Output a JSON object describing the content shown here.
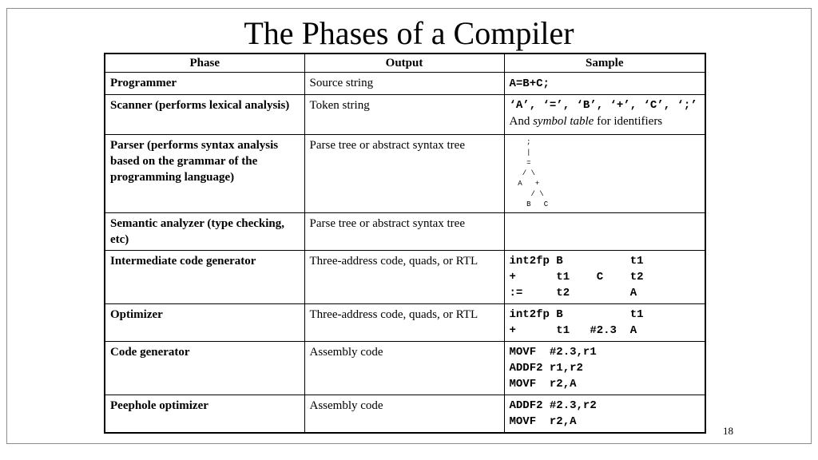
{
  "slide": {
    "title": "The Phases of a Compiler",
    "page_number": "18"
  },
  "table": {
    "headers": [
      "Phase",
      "Output",
      "Sample"
    ],
    "rows": [
      {
        "phase": "Programmer",
        "output": "Source string",
        "sample": "A=B+C;"
      },
      {
        "phase": "Scanner (performs lexical analysis)",
        "output": "Token string",
        "sample": "‘A’, ‘=’, ‘B’, ‘+’, ‘C’, ‘;’",
        "sample_note_prefix": "And ",
        "sample_note_em": "symbol table",
        "sample_note_suffix": " for identifiers"
      },
      {
        "phase": "Parser (performs syntax analysis based on the grammar of the programming language)",
        "output": "Parse tree or abstract syntax tree",
        "sample_tree": "    ;\n    |\n    =\n   / \\\n  A   +\n     / \\\n    B   C"
      },
      {
        "phase": "Semantic analyzer (type checking,  etc)",
        "output": "Parse tree or abstract syntax tree",
        "sample": ""
      },
      {
        "phase": "Intermediate code generator",
        "output": "Three-address code, quads, or RTL",
        "sample": "int2fp B          t1\n+      t1    C    t2\n:=     t2         A"
      },
      {
        "phase": "Optimizer",
        "output": "Three-address code, quads, or RTL",
        "sample": "int2fp B          t1\n+      t1   #2.3  A"
      },
      {
        "phase": "Code generator",
        "output": "Assembly code",
        "sample": "MOVF  #2.3,r1\nADDF2 r1,r2\nMOVF  r2,A"
      },
      {
        "phase": "Peephole optimizer",
        "output": "Assembly code",
        "sample": "ADDF2 #2.3,r2\nMOVF  r2,A"
      }
    ]
  }
}
